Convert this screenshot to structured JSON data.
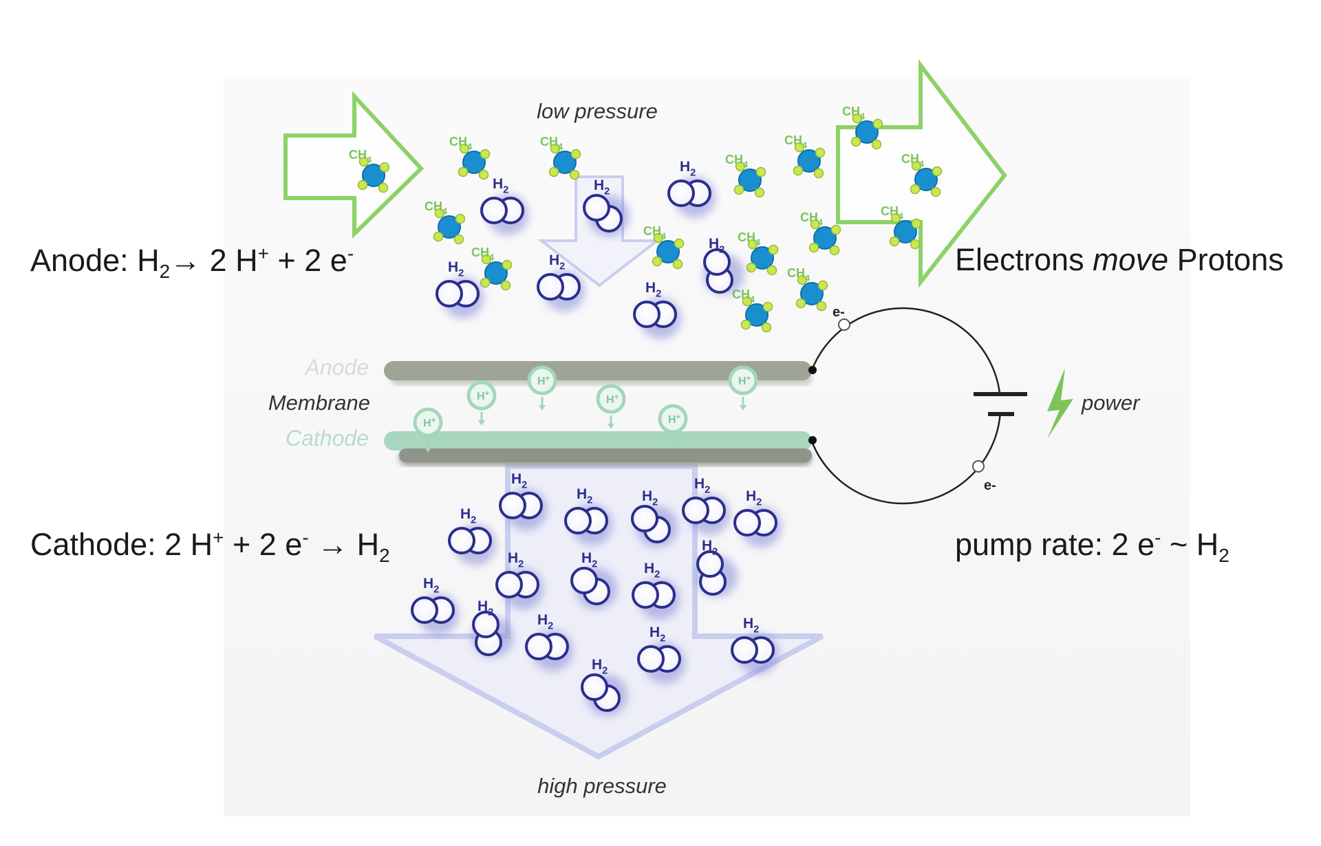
{
  "diagram": {
    "pressure_top": "low pressure",
    "pressure_bottom": "high pressure",
    "layer_anode": "Anode",
    "layer_membrane": "Membrane",
    "layer_cathode": "Cathode",
    "power_label": "power",
    "electron_label": "e-",
    "h2_label": "H",
    "h2_sub": "2",
    "ch4_label": "CH",
    "ch4_sub": "4",
    "proton_label": "H",
    "proton_sup": "+"
  },
  "equations": {
    "anode": {
      "prefix": "Anode: H",
      "sub": "2",
      "mid": "→ 2 H",
      "sup1": "+",
      "tail": " + 2 e",
      "sup2": "-"
    },
    "cathode": {
      "prefix": "Cathode: 2 H",
      "sup1": "+",
      "mid": " + 2 e",
      "sup2": "-",
      "tail": " → H",
      "sub": "2"
    },
    "electrons": {
      "a": "Electrons ",
      "b": "move",
      "c": " Protons"
    },
    "pump": {
      "prefix": "pump rate: 2 e",
      "sup": "-",
      "mid": " ~ H",
      "sub": "2"
    }
  },
  "colors": {
    "h2": "#2a2e8c",
    "ch4_center": "#1a8fd0",
    "ch4_h": "#c8e850",
    "green": "#7cc45a",
    "flow_arrow": "#c9cdee",
    "anode_bar": "#9ea496",
    "cathode_bar": "#a8d6bf"
  }
}
